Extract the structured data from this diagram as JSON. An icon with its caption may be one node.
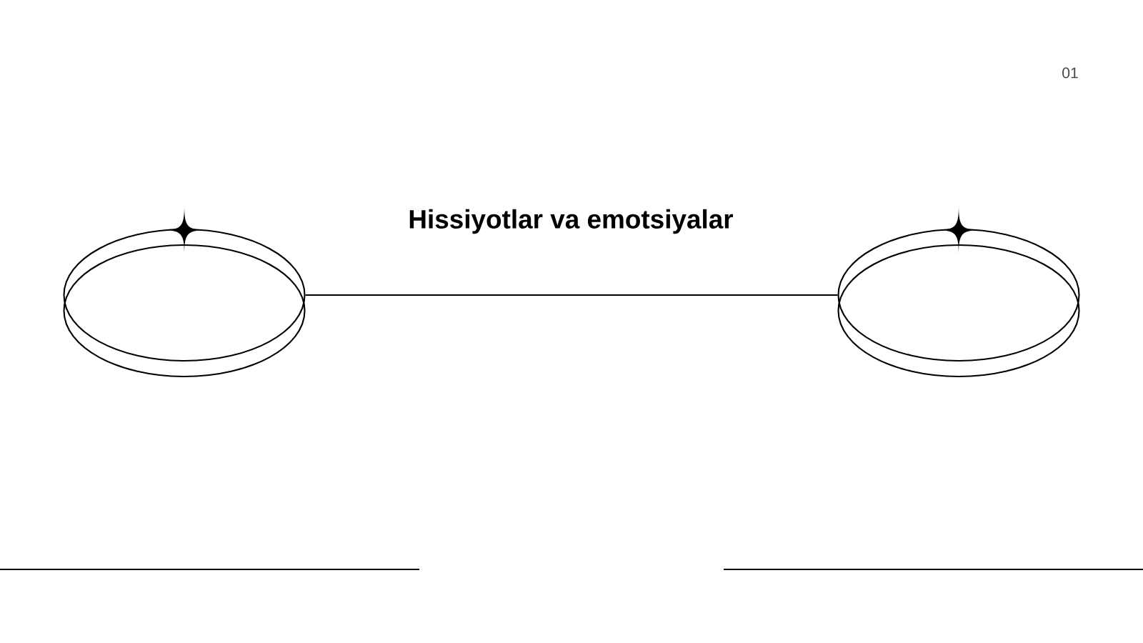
{
  "diagram": {
    "title": "Hissiyotlar va emotsiyalar",
    "nodes": [
      {
        "text": [],
        "shape": "ellipse"
      },
      {
        "text": [],
        "shape": "ellipse"
      }
    ],
    "edges": [
      {
        "from": 0,
        "to": 1,
        "arrow": "none"
      }
    ],
    "labels": [
      "01"
    ]
  }
}
